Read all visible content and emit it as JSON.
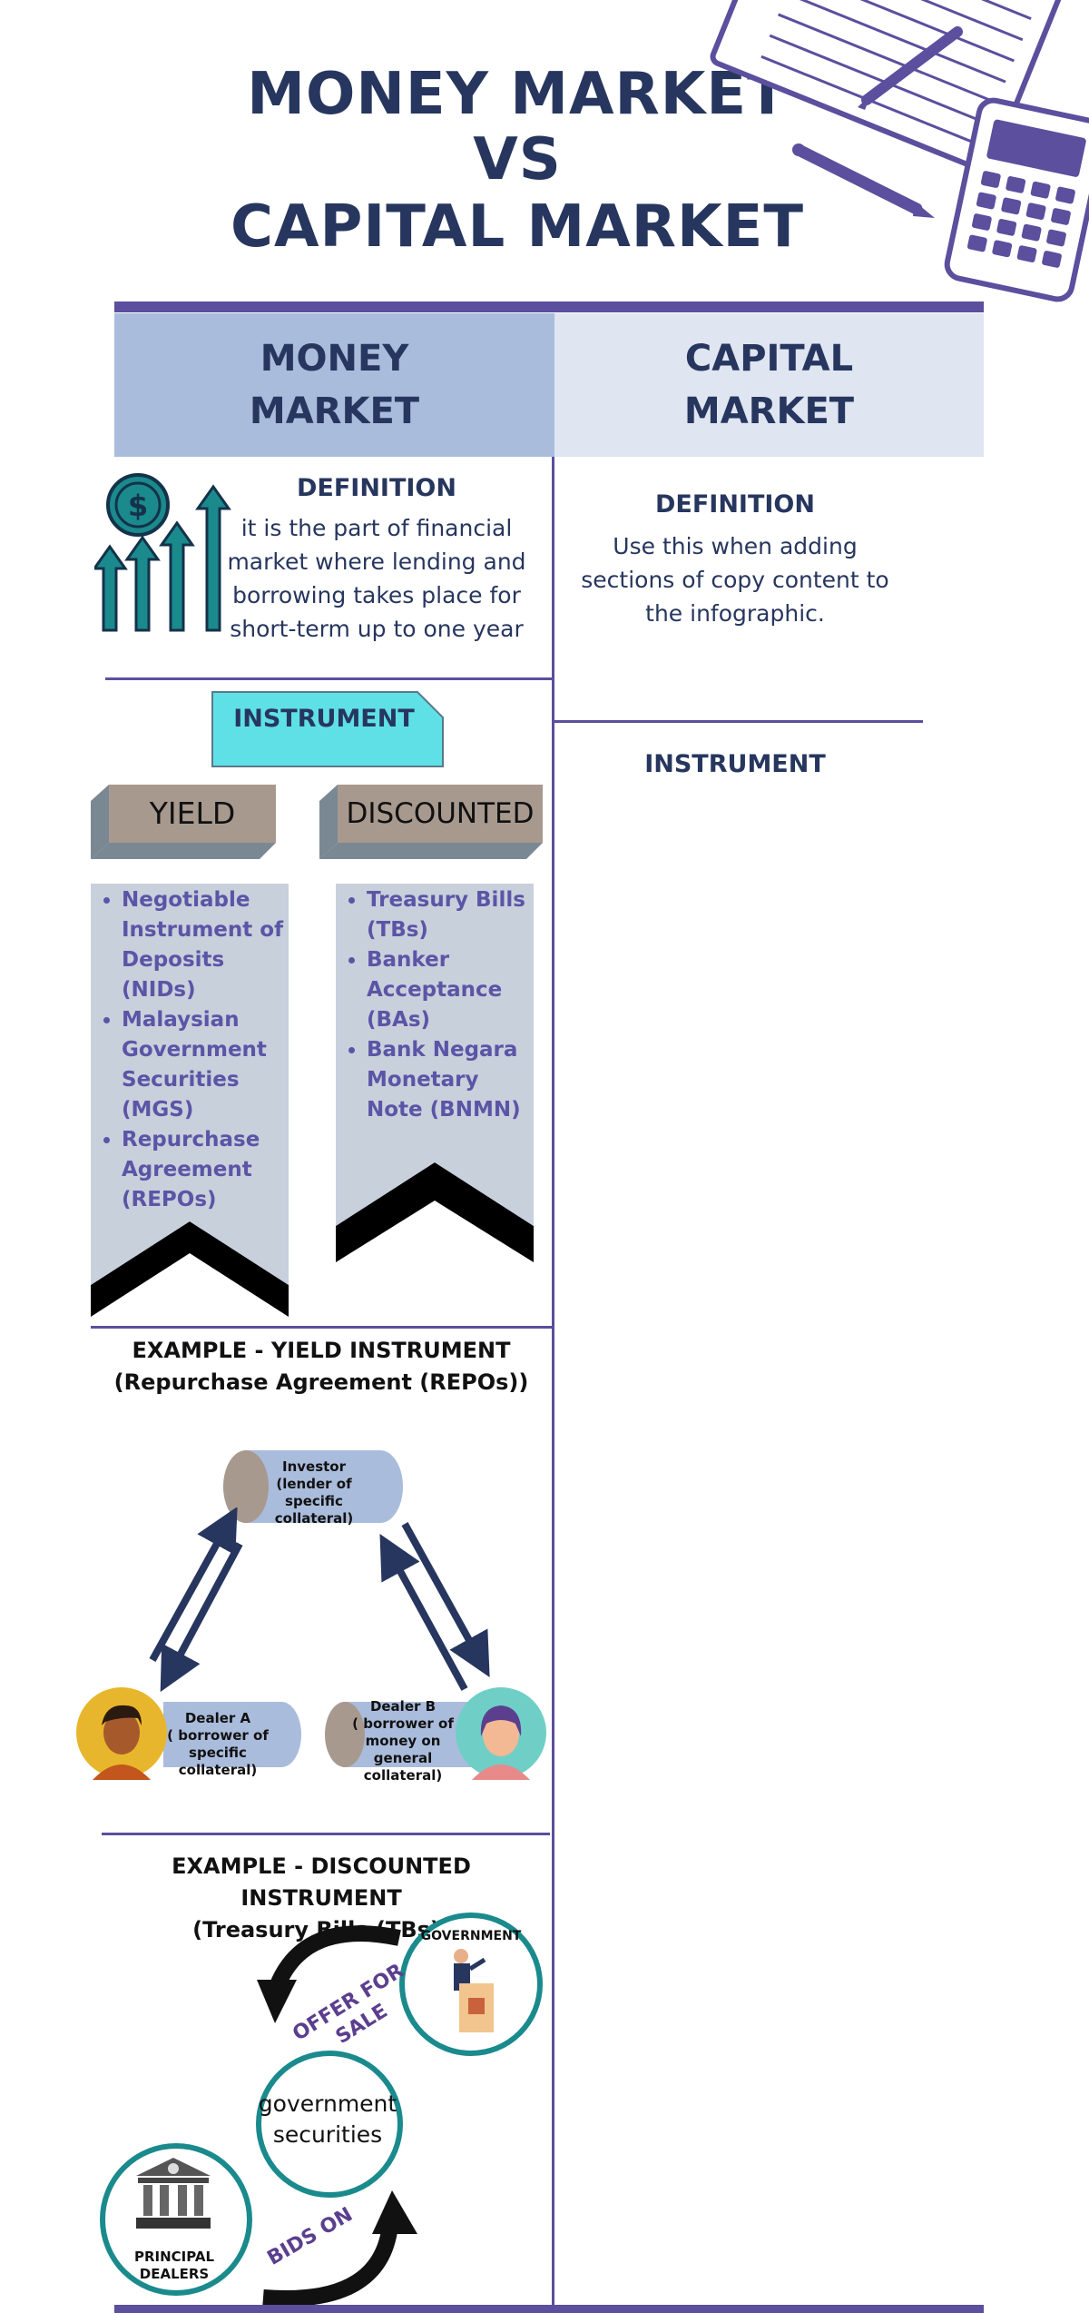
{
  "title": {
    "line1": "MONEY MARKET",
    "line2": "VS",
    "line3": "CAPITAL MARKET"
  },
  "columns": {
    "money": {
      "line1": "MONEY",
      "line2": "MARKET"
    },
    "capital": {
      "line1": "CAPITAL",
      "line2": "MARKET"
    }
  },
  "money_market": {
    "definition_title": "DEFINITION",
    "definition_lines": [
      "it is the part of financial",
      "market where lending and",
      "borrowing takes  place for",
      "short-term up to one year"
    ],
    "instrument_label": "INSTRUMENT",
    "yield_label": "YIELD",
    "discounted_label": "DISCOUNTED",
    "yield_items": [
      [
        "Negotiable",
        "Instrument of",
        "Deposits",
        "(NIDs)"
      ],
      [
        "Malaysian",
        "Government",
        "Securities",
        "(MGS)"
      ],
      [
        "Repurchase",
        "Agreement",
        "(REPOs)"
      ]
    ],
    "discounted_items": [
      [
        "Treasury Bills",
        "(TBs)"
      ],
      [
        "Banker",
        "Acceptance",
        "(BAs)"
      ],
      [
        "Bank Negara",
        "Monetary",
        "Note (BNMN)"
      ]
    ]
  },
  "capital_market": {
    "definition_title": "DEFINITION",
    "definition_lines": [
      "Use this when adding",
      "sections of copy content to",
      "the infographic."
    ],
    "instrument_label": "INSTRUMENT"
  },
  "example_yield": {
    "title_line1": "EXAMPLE - YIELD INSTRUMENT",
    "title_line2": "(Repurchase Agreement (REPOs))",
    "investor": [
      "Investor",
      "(lender of specific",
      "collateral)"
    ],
    "dealer_a": [
      "Dealer A",
      "( borrower of",
      "specific collateral)"
    ],
    "dealer_b": [
      "Dealer B",
      "( borrower of",
      "money on general",
      "collateral)"
    ]
  },
  "example_discounted": {
    "title_line1": "EXAMPLE - DISCOUNTED INSTRUMENT",
    "title_line2": "(Treasury Bills (TBs))",
    "government": "GOVERNMENT",
    "offer_for_sale": [
      "OFFER FOR",
      "SALE"
    ],
    "center_lines": [
      "government",
      "securities"
    ],
    "bids_on": "BIDS ON",
    "principal_dealers": [
      "PRINCIPAL",
      "DEALERS"
    ]
  },
  "colors": {
    "navy": "#27365e",
    "purple": "#5b4f9e",
    "money_header_bg": "#aabcdc",
    "capital_header_bg": "#dfe5f1",
    "teal": "#1a8a8d",
    "instrument_bg": "#5ee0e6",
    "list_bg": "#c8d0dc",
    "tag_bg": "#a8998f"
  }
}
